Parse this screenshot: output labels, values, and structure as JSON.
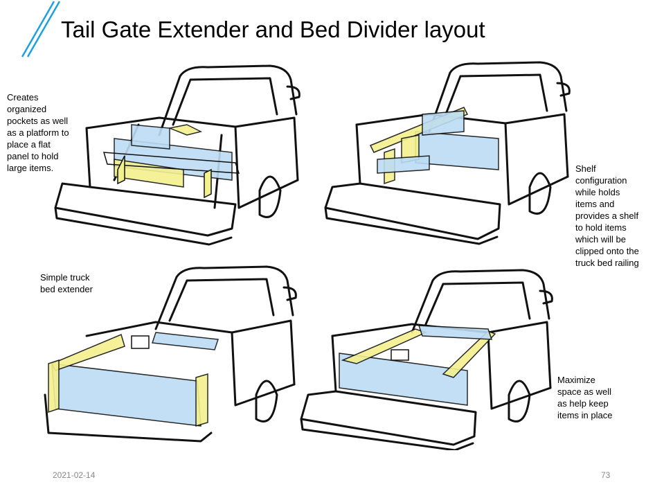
{
  "slide": {
    "title": "Tail Gate Extender and Bed Divider layout",
    "accent_color": "#1ba1e2",
    "date": "2021-02-14",
    "page_number": "73"
  },
  "captions": {
    "top_left": [
      "Creates",
      "organized",
      "pockets as well",
      "as a platform to",
      "place a flat",
      "panel to hold",
      "large items."
    ],
    "top_right": [
      "Shelf",
      "configuration",
      "while holds",
      "items and",
      "provides a shelf",
      "to hold items",
      "which will be",
      "clipped onto the",
      "truck bed railing"
    ],
    "bottom_left": [
      "Simple truck",
      "bed extender"
    ],
    "bottom_right": [
      "Maximize",
      "space as well",
      "as help keep",
      "items in place"
    ]
  },
  "sketch_colors": {
    "divider_blue": "#bcdcf4",
    "divider_yellow": "#f3f08e",
    "ink": "#111111"
  }
}
